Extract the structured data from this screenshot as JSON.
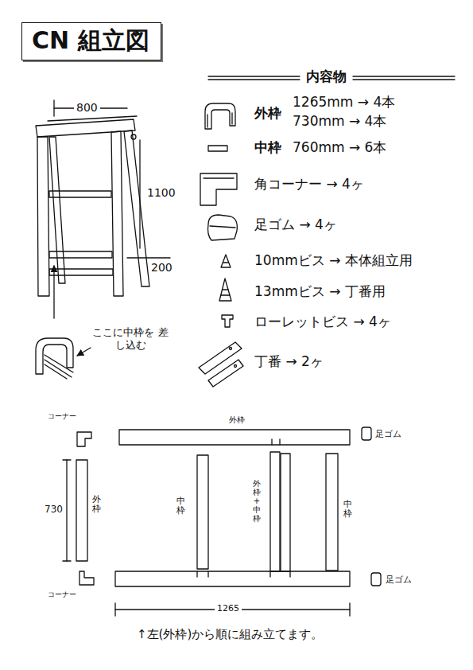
{
  "diagram": {
    "title": "CN 組立図",
    "caption": "↑左(外枠)から順に組み立てます。",
    "labels": [
      "内容物",
      "800",
      "1100",
      "200",
      "ここに中枠を 差し込む",
      "外枠",
      "1265mm → 4本",
      "730mm → 4本",
      "中枠",
      "760mm → 6本",
      "角コーナー → 4ヶ",
      "足ゴム → 4ヶ",
      "10mmビス → 本体組立用",
      "13mmビス → 丁番用",
      "ローレットビス → 4ヶ",
      "丁番 → 2ヶ",
      "コーナー",
      "外枠",
      "足ゴム",
      "730",
      "外枠",
      "中枠",
      "外枠 + 中枠",
      "中枠",
      "足ゴム",
      "コーナー",
      "1265"
    ]
  }
}
